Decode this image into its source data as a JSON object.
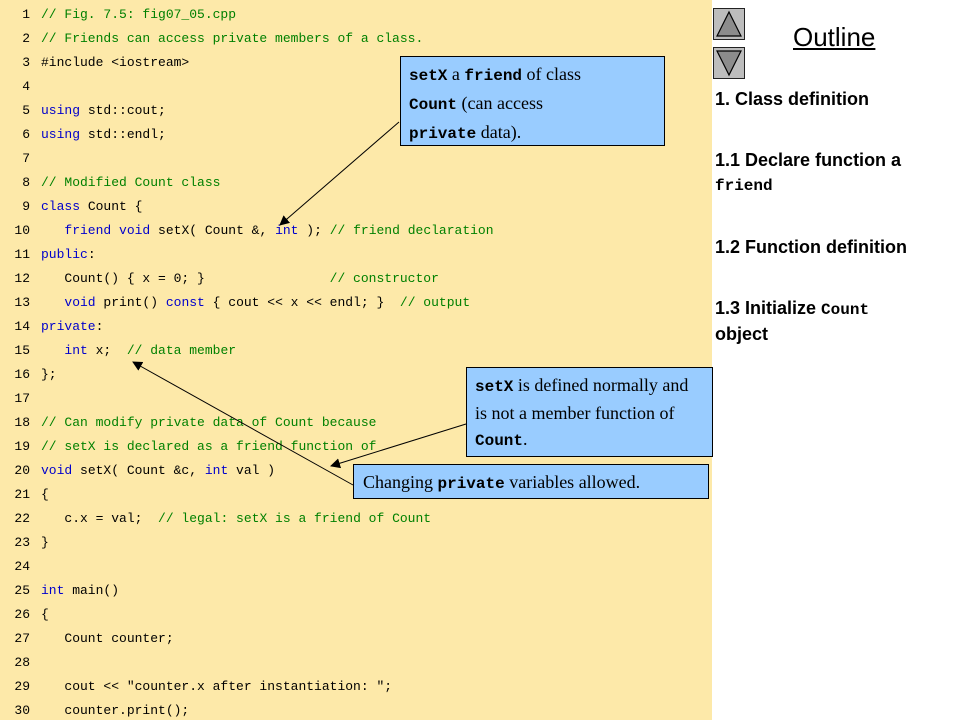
{
  "code": {
    "lines": [
      {
        "n": "1",
        "t": "// Fig. 7.5: fig07_05.cpp"
      },
      {
        "n": "2",
        "t": "// Friends can access private members of a class."
      },
      {
        "n": "3",
        "t": "#include <iostream>"
      },
      {
        "n": "4",
        "t": ""
      },
      {
        "n": "5",
        "t": "using std::cout;"
      },
      {
        "n": "6",
        "t": "using std::endl;"
      },
      {
        "n": "7",
        "t": ""
      },
      {
        "n": "8",
        "t": "// Modified Count class"
      },
      {
        "n": "9",
        "t": "class Count {"
      },
      {
        "n": "10",
        "t": "   friend void setX( Count &, int ); // friend declaration"
      },
      {
        "n": "11",
        "t": "public:"
      },
      {
        "n": "12",
        "t": "   Count() { x = 0; }                // constructor"
      },
      {
        "n": "13",
        "t": "   void print() const { cout << x << endl; }  // output"
      },
      {
        "n": "14",
        "t": "private:"
      },
      {
        "n": "15",
        "t": "   int x;  // data member"
      },
      {
        "n": "16",
        "t": "};"
      },
      {
        "n": "17",
        "t": ""
      },
      {
        "n": "18",
        "t": "// Can modify private data of Count because"
      },
      {
        "n": "19",
        "t": "// setX is declared as a friend function of"
      },
      {
        "n": "20",
        "t": "void setX( Count &c, int val )"
      },
      {
        "n": "21",
        "t": "{"
      },
      {
        "n": "22",
        "t": "   c.x = val;  // legal: setX is a friend of Count"
      },
      {
        "n": "23",
        "t": "}"
      },
      {
        "n": "24",
        "t": ""
      },
      {
        "n": "25",
        "t": "int main()"
      },
      {
        "n": "26",
        "t": "{"
      },
      {
        "n": "27",
        "t": "   Count counter;"
      },
      {
        "n": "28",
        "t": ""
      },
      {
        "n": "29",
        "t": "   cout << \"counter.x after instantiation: \";"
      },
      {
        "n": "30",
        "t": "   counter.print();"
      }
    ]
  },
  "callouts": {
    "c1": {
      "p1": "setX",
      "p2": " a ",
      "p3": "friend",
      "p4": " of class ",
      "p5": "Count",
      "p6": " (can access ",
      "p7": "private",
      "p8": " data)."
    },
    "c2": {
      "p1": "setX",
      "p2": " is defined normally and is not a member function of ",
      "p3": "Count",
      "p4": "."
    },
    "c3": {
      "p1": "Changing ",
      "p2": "private",
      "p3": " variables allowed."
    }
  },
  "outline": {
    "title": "Outline",
    "items": [
      {
        "a": "1. Class definition",
        "b": "",
        "c": ""
      },
      {
        "a": "1.1 Declare function a ",
        "b": "friend",
        "c": ""
      },
      {
        "a": "1.2 Function definition",
        "b": "",
        "c": ""
      },
      {
        "a": "1.3 Initialize ",
        "b": "Count",
        "c": " object"
      }
    ]
  },
  "icons": {
    "up": "triangle-up-icon",
    "down": "triangle-down-icon"
  },
  "colors": {
    "code_bg": "#fde9a9",
    "callout_bg": "#99ccff",
    "keyword": "#0000cc",
    "comment": "#008000",
    "nav_button": "#bdbdbd"
  }
}
